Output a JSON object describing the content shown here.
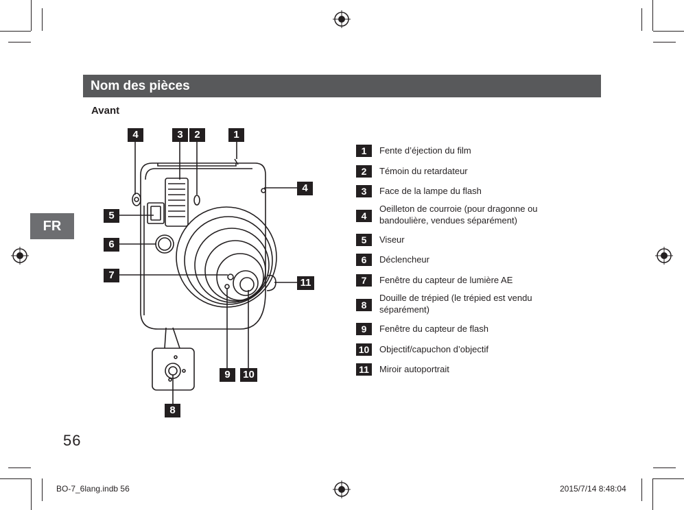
{
  "section_title": "Nom des pièces",
  "subheading": "Avant",
  "language_tab": "FR",
  "page_number": "56",
  "footer": {
    "file": "BO-7_6lang.indb   56",
    "datetime": "2015/7/14   8:48:04"
  },
  "callouts": [
    "4",
    "3",
    "2",
    "1",
    "4",
    "5",
    "6",
    "7",
    "11",
    "9",
    "10",
    "8"
  ],
  "parts": [
    {
      "num": "1",
      "label": "Fente d’éjection du film"
    },
    {
      "num": "2",
      "label": "Témoin du retardateur"
    },
    {
      "num": "3",
      "label": "Face de la lampe du flash"
    },
    {
      "num": "4",
      "label": "Oeilleton de courroie (pour dragonne ou bandoulière, vendues séparément)"
    },
    {
      "num": "5",
      "label": "Viseur"
    },
    {
      "num": "6",
      "label": "Déclencheur"
    },
    {
      "num": "7",
      "label": "Fenêtre du capteur de lumière AE"
    },
    {
      "num": "8",
      "label": "Douille de trépied (le trépied est vendu séparément)"
    },
    {
      "num": "9",
      "label": "Fenêtre du capteur de flash"
    },
    {
      "num": "10",
      "label": "Objectif/capuchon d’objectif"
    },
    {
      "num": "11",
      "label": "Miroir autoportrait"
    }
  ]
}
